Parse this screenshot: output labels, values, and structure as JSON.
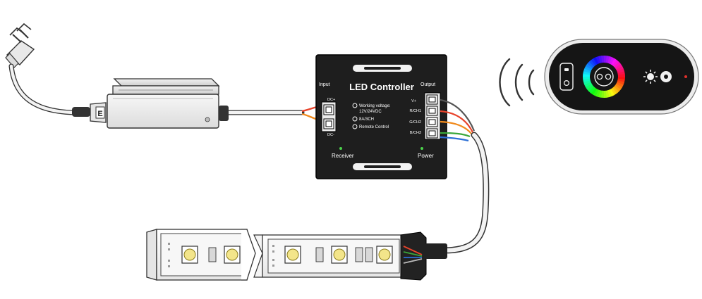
{
  "controller": {
    "title": "LED Controller",
    "input_label": "Input",
    "output_label": "Output",
    "dc_plus": "DC+",
    "dc_minus": "DC-",
    "spec_working_voltage": "Working voltage:",
    "spec_voltage_value": "12V/24VDC",
    "spec_current": "8A/3CH",
    "spec_remote": "Remote Control",
    "receiver_label": "Receiver",
    "power_label": "Power",
    "output_terminals": [
      "V+",
      "R/CH1",
      "G/CH2",
      "B/CH3"
    ]
  },
  "power_adapter": {
    "logo": "E"
  },
  "wire_colors": {
    "v_plus": "#555555",
    "red": "#e8432b",
    "green": "#3aa73a",
    "blue": "#2c6fd6",
    "orange": "#f08a1c"
  },
  "icons": {
    "plug": "plug-icon",
    "signal": "wireless-signal-icon",
    "led_chip": "led-chip-icon",
    "color_wheel": "color-wheel-icon",
    "power_button": "power-button-icon",
    "brightness": "brightness-icon"
  }
}
